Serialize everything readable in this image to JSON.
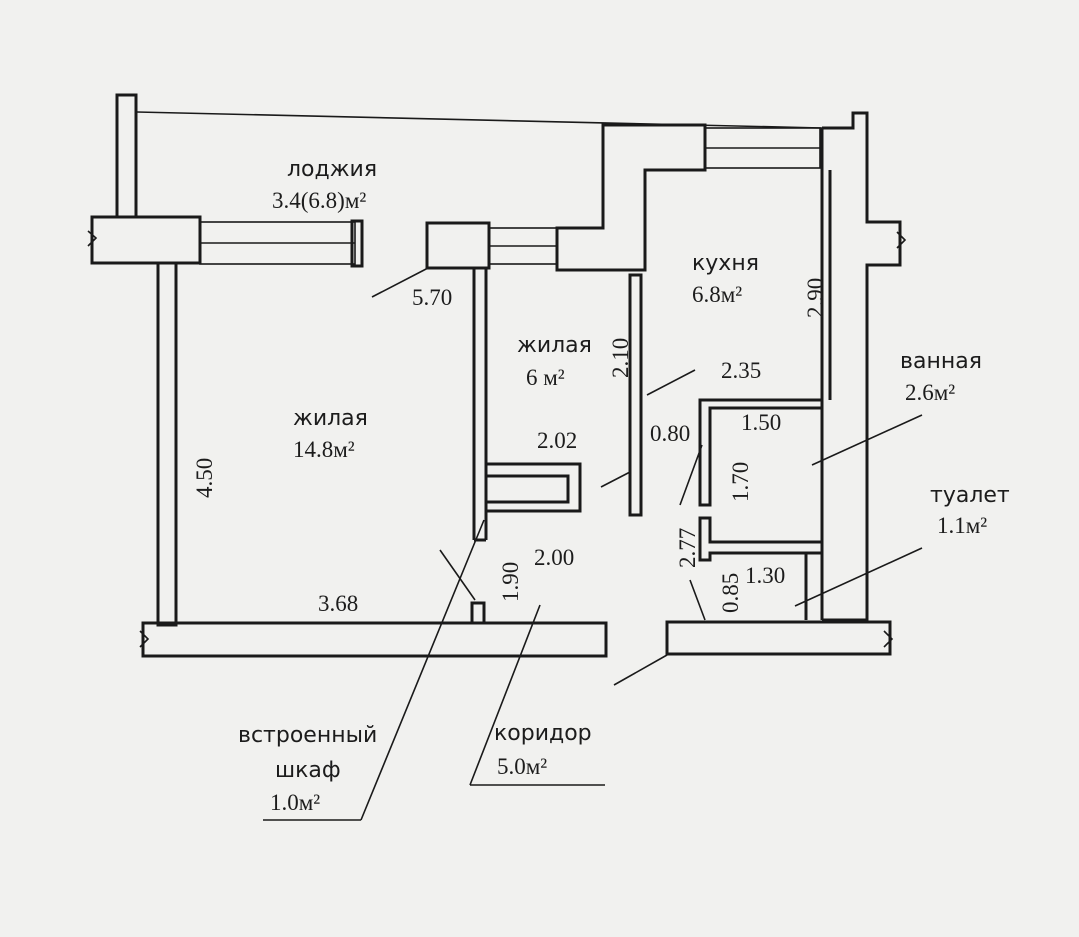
{
  "rooms": {
    "loggia": {
      "name": "лоджия",
      "area": "3.4(6.8)м²"
    },
    "kitchen": {
      "name": "кухня",
      "area": "6.8м²"
    },
    "living_small": {
      "name": "жилая",
      "area": "6 м²"
    },
    "living_big": {
      "name": "жилая",
      "area": "14.8м²"
    },
    "bathroom": {
      "name": "ванная",
      "area": "2.6м²"
    },
    "toilet": {
      "name": "туалет",
      "area": "1.1м²"
    },
    "closet": {
      "name": "встроенный",
      "name2": "шкаф",
      "area": "1.0м²"
    },
    "corridor": {
      "name": "коридор",
      "area": "5.0м²"
    }
  },
  "dimensions": {
    "d570": "5.70",
    "d290": "2.90",
    "d210": "2.10",
    "d235": "2.35",
    "d080": "0.80",
    "d150": "1.50",
    "d202": "2.02",
    "d170": "1.70",
    "d450": "4.50",
    "d277": "2.77",
    "d200": "2.00",
    "d190": "1.90",
    "d085": "0.85",
    "d130": "1.30",
    "d368": "3.68"
  }
}
